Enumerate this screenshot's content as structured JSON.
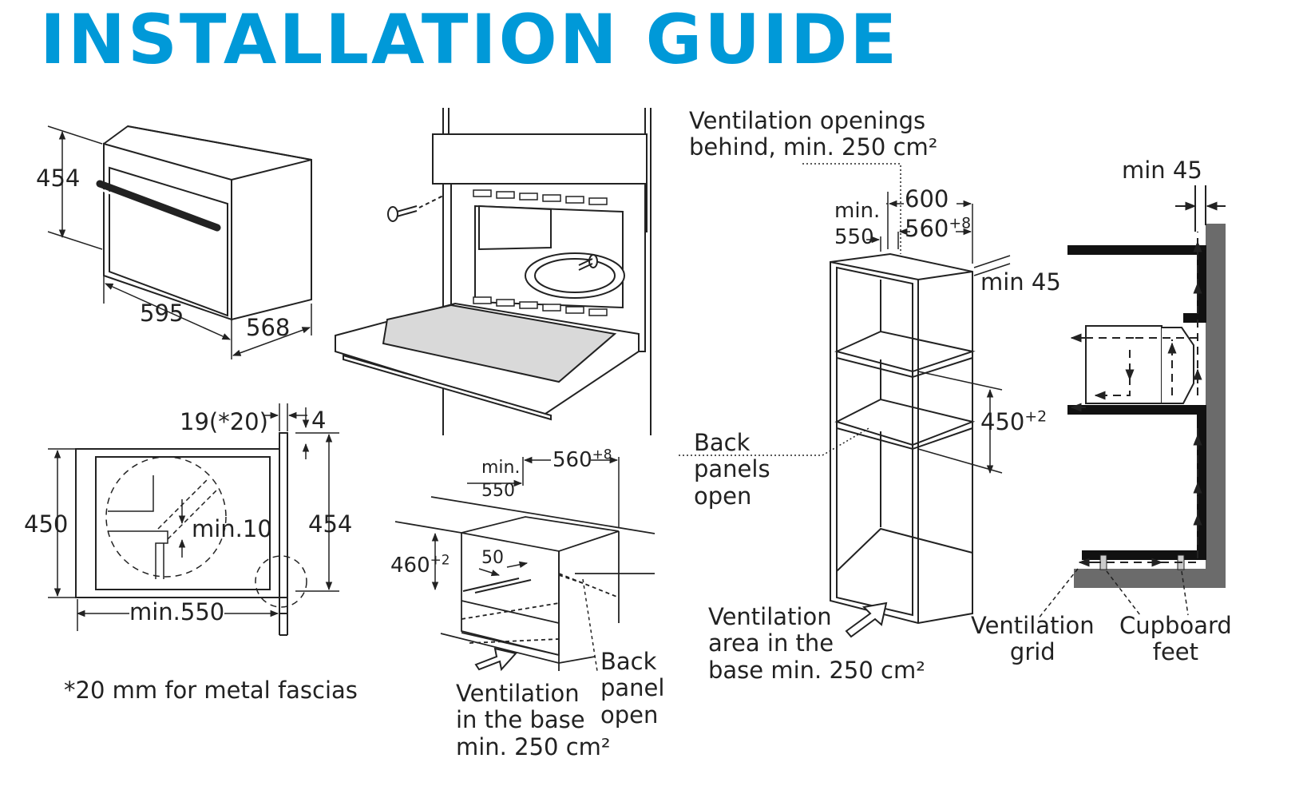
{
  "title": "INSTALLATION GUIDE",
  "colors": {
    "title": "#0099d8",
    "ink": "#222222",
    "wall": "#6b6b6b",
    "fill": "#d9d9d9"
  },
  "oven_dims": {
    "height": "454",
    "width": "595",
    "depth": "568"
  },
  "profile": {
    "fascia": "19(*20)",
    "offset": "4",
    "opening_height": "450",
    "appliance_height": "454",
    "gap": "min.10",
    "depth": "min.550",
    "note": "*20 mm for metal fascias"
  },
  "under_counter": {
    "min_label": "min.",
    "min_value": "550",
    "width": "560",
    "width_tol": "+8",
    "height": "460",
    "height_tol": "+2",
    "offset": "50",
    "ventilation": [
      "Ventilation",
      "in the base",
      "min. 250 cm²"
    ],
    "back_panel": [
      "Back",
      "panel",
      "open"
    ]
  },
  "tall_unit": {
    "vent_openings": [
      "Ventilation openings",
      "behind, min. 250 cm²"
    ],
    "min_label": "min.",
    "min_value": "550",
    "outer_width": "600",
    "inner_width": "560",
    "inner_tol": "+8",
    "side_gap": "min 45",
    "niche_height": "450",
    "niche_tol": "+2",
    "back_panels": [
      "Back",
      "panels",
      "open"
    ],
    "base_vent": [
      "Ventilation",
      "area in the",
      "base min. 250 cm²"
    ]
  },
  "section": {
    "top_gap": "min 45",
    "vent_grid": [
      "Ventilation",
      "grid"
    ],
    "feet": [
      "Cupboard",
      "feet"
    ]
  }
}
